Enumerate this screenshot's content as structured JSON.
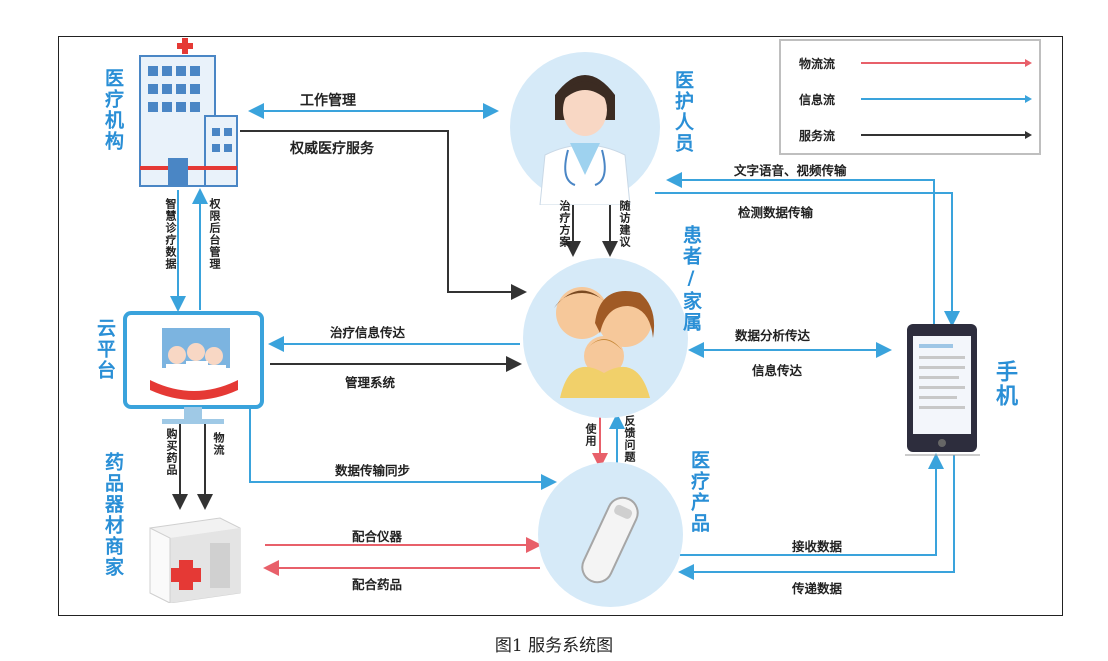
{
  "caption": "图1 服务系统图",
  "legend": [
    {
      "label": "物流流",
      "color": "#e8606a"
    },
    {
      "label": "信息流",
      "color": "#3aa3dc"
    },
    {
      "label": "服务流",
      "color": "#333333"
    }
  ],
  "nodes": {
    "hospital": "医疗机构",
    "staff": "医护人员",
    "patient": "患者/家属",
    "cloud": "云平台",
    "supplier": "药品器材商家",
    "product": "医疗产品",
    "phone": "手机"
  },
  "flows": {
    "work_mgmt": "工作管理",
    "authority_service": "权威医疗服务",
    "smart_diagnosis": "智慧诊疗数据",
    "permission_mgmt": "权限后台管理",
    "treatment_plan": "治疗方案",
    "follow_up": "随访建议",
    "text_voice_video": "文字语音、视频传输",
    "detect_data": "检测数据传输",
    "treatment_info": "治疗信息传达",
    "manage_system": "管理系统",
    "data_analysis": "数据分析传达",
    "info_convey": "信息传达",
    "buy_medicine": "购买药品",
    "logistics": "物流",
    "product_order": "反馈问题",
    "use_feedback": "使用",
    "data_sync": "数据传输同步",
    "supply_instrument": "配合仪器",
    "supply_medicine": "配合药品",
    "receive_data": "接收数据",
    "send_data": "传递数据"
  }
}
